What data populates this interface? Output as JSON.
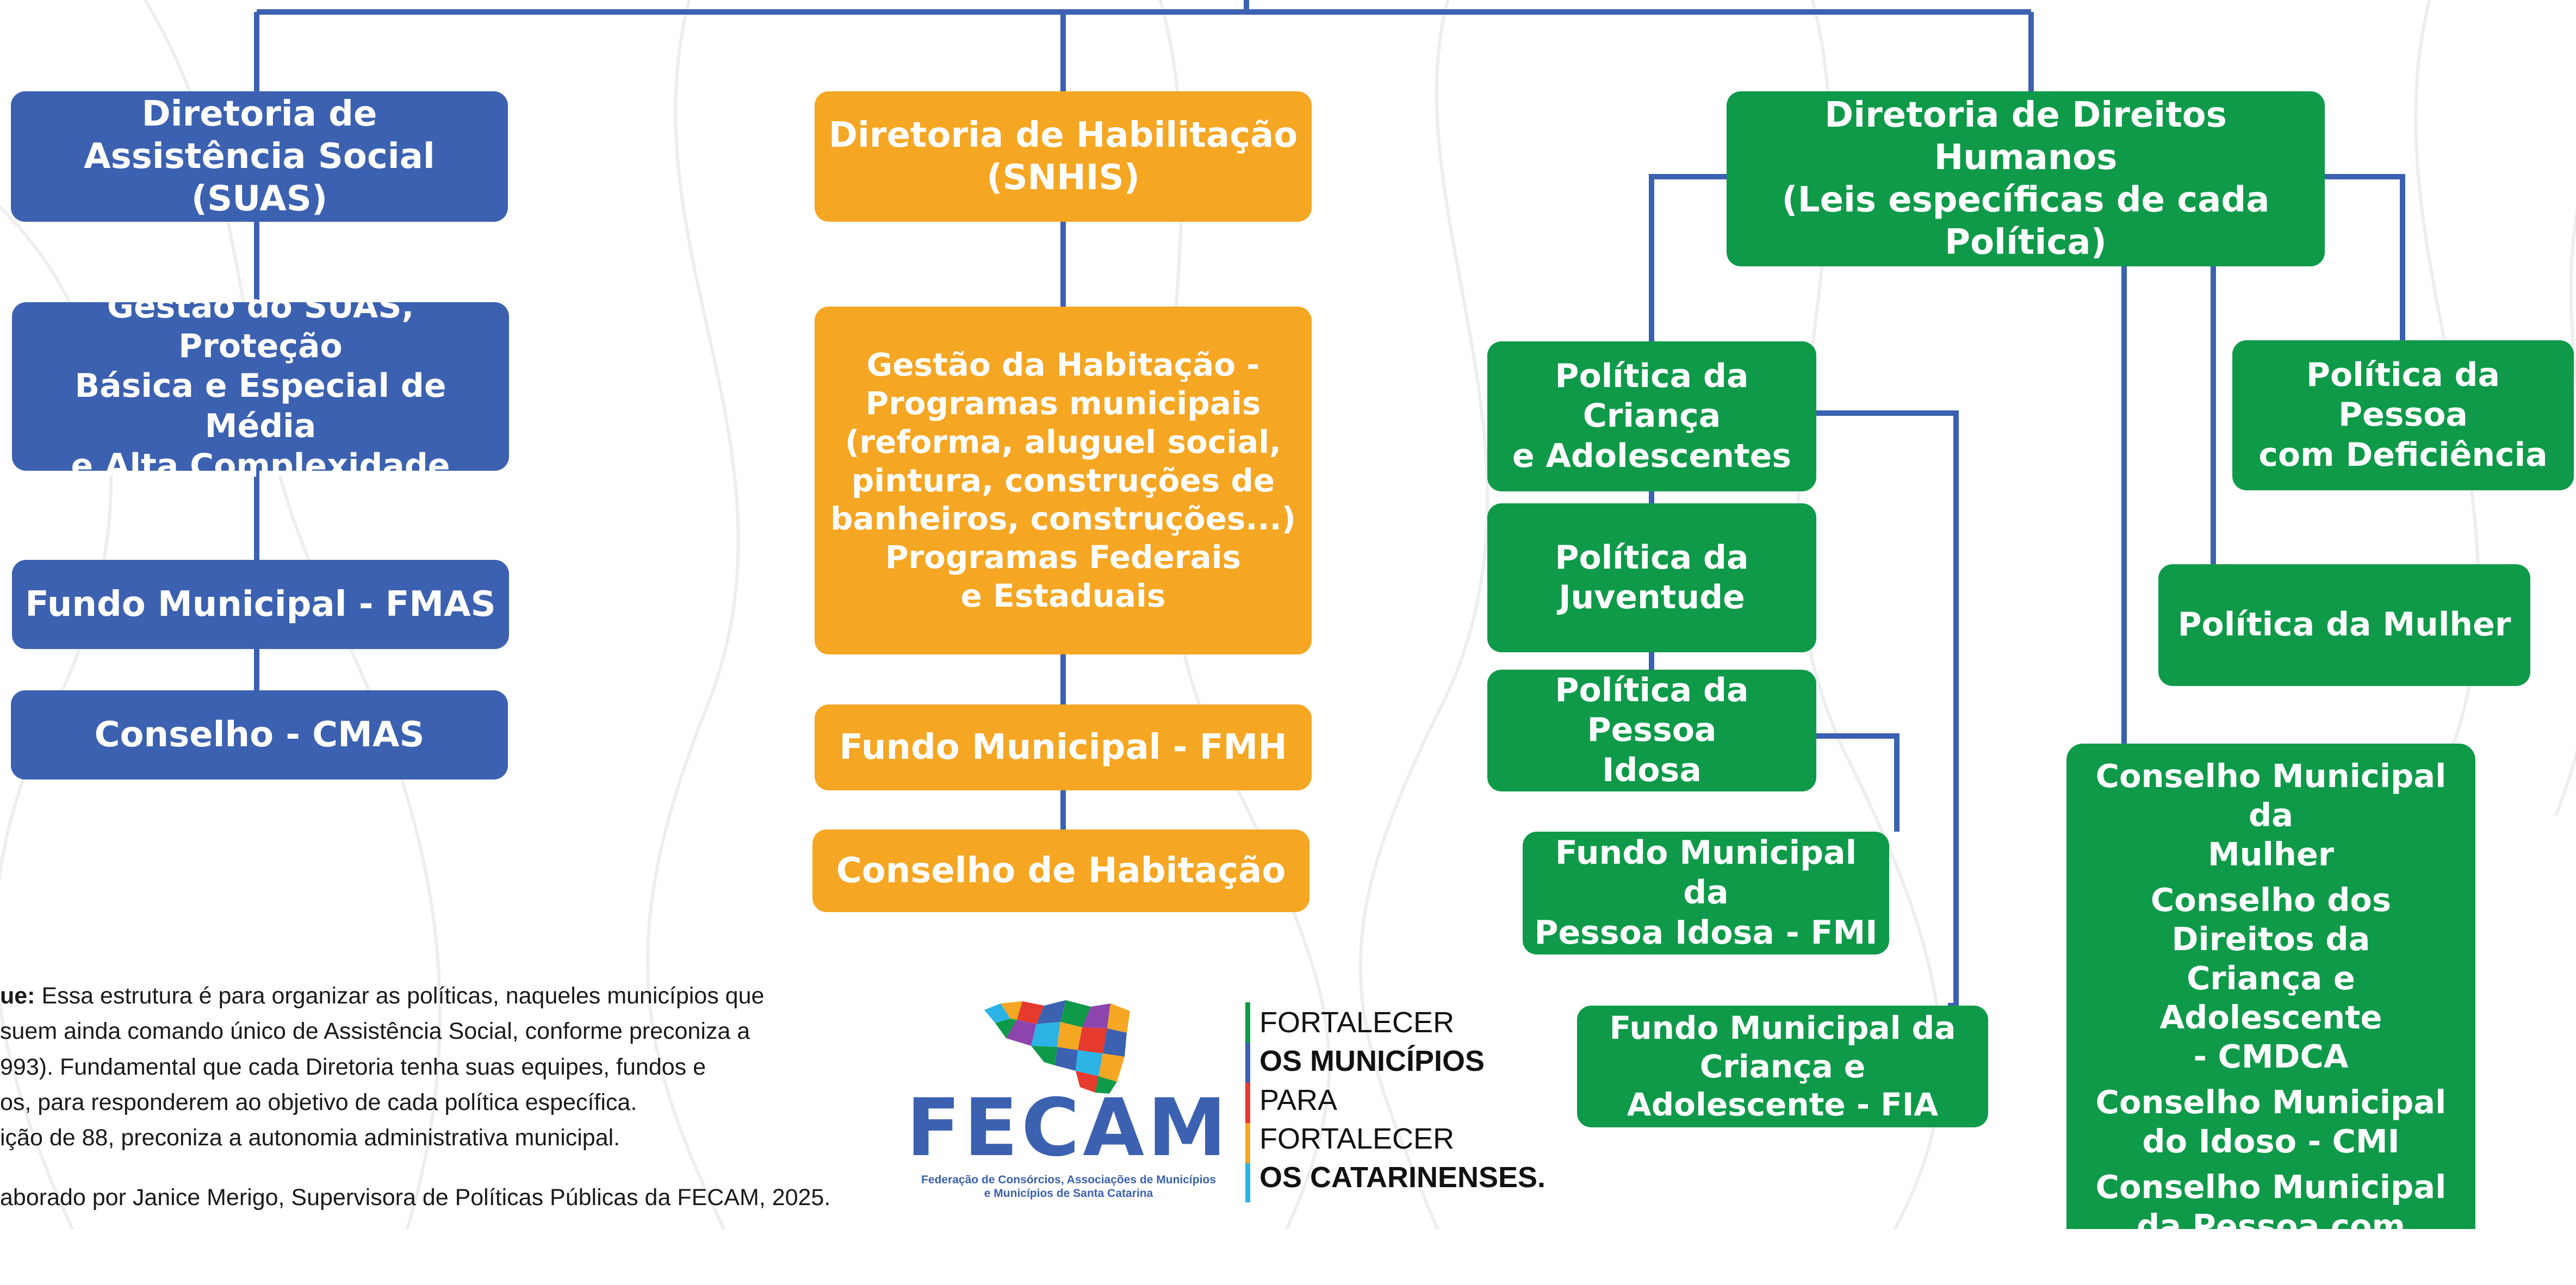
{
  "colors": {
    "blue": "#3b61b0",
    "orange": "#f5a623",
    "green": "#0e9a49",
    "connector": "#3b61b0"
  },
  "suas": {
    "director": "Diretoria de\nAssistência Social (SUAS)",
    "management": "Gestão do SUAS, Proteção\nBásica e Especial de Média\ne Alta Complexidade",
    "fund": "Fundo Municipal - FMAS",
    "council": "Conselho - CMAS"
  },
  "housing": {
    "director": "Diretoria de Habilitação\n(SNHIS)",
    "management": "Gestão da Habitação -\nProgramas municipais\n(reforma, aluguel social,\npintura, construções de\nbanheiros, construções...)\nProgramas Federais\ne Estaduais",
    "fund": "Fundo Municipal - FMH",
    "council": "Conselho de Habitação"
  },
  "human_rights": {
    "director": "Diretoria de Direitos Humanos\n(Leis específicas de cada\nPolítica)",
    "policy_child": "Política da Criança\ne Adolescentes",
    "policy_youth": "Política da\nJuventude",
    "policy_elderly": "Política da Pessoa\nIdosa",
    "fund_elderly": "Fundo Municipal da\nPessoa Idosa - FMI",
    "fund_child": "Fundo Municipal da\nCriança e Adolescente - FIA",
    "policy_disability": "Política da Pessoa\ncom Deficiência",
    "policy_women": "Política da Mulher",
    "councils": [
      "Conselho Municipal da\nMulher",
      "Conselho dos Direitos da\nCriança e Adolescente\n- CMDCA",
      "Conselho Municipal\ndo Idoso - CMI",
      "Conselho Municipal\nda Pessoa com\nDeficiência"
    ]
  },
  "note": {
    "label": "ue:",
    "line1": " Essa estrutura é para organizar as políticas, naqueles municípios que",
    "line2": "suem ainda comando único de Assistência Social, conforme preconiza a",
    "line3": "993). Fundamental que cada Diretoria tenha suas equipes, fundos e",
    "line4": "os, para responderem ao objetivo de cada política específica.",
    "line5": "ição de 88, preconiza a autonomia administrativa municipal.",
    "credit": "aborado por Janice Merigo, Supervisora de Políticas Públicas da FECAM, 2025."
  },
  "logo": {
    "name": "FECAM",
    "subtitle": "Federação de Consórcios, Associações de Municípios\ne Municípios de Santa Catarina"
  },
  "slogan": {
    "line1": "FORTALECER",
    "line2": "OS MUNICÍPIOS",
    "line3": "PARA",
    "line4": "FORTALECER",
    "line5": "OS CATARINENSES."
  }
}
